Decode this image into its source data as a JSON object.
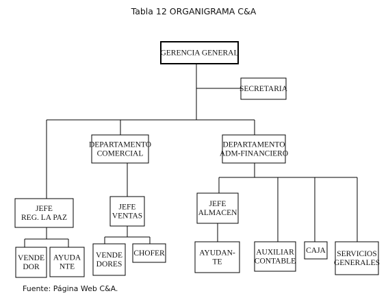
{
  "title": "Tabla 12 ORGANIGRAMA C&A",
  "caption": "Fuente: Página Web C&A.",
  "nodes": {
    "gerencia": [
      "GERENCIA GENERAL"
    ],
    "secretaria": [
      "SECRETARIA"
    ],
    "comercial": [
      "DEPARTAMENTO",
      "COMERCIAL"
    ],
    "admfin": [
      "DEPARTAMENTO",
      "ADM-FINANCIERO"
    ],
    "jefe_lapaz": [
      "JEFE",
      "REG. LA PAZ"
    ],
    "jefe_ventas": [
      "JEFE",
      "VENTAS"
    ],
    "jefe_almacen": [
      "JEFE",
      "ALMACEN"
    ],
    "vendedor1": [
      "VENDE",
      "DOR"
    ],
    "ayudante1": [
      "AYUDA",
      "NTE"
    ],
    "vendedores": [
      "VENDE",
      "DORES"
    ],
    "chofer": [
      "CHOFER"
    ],
    "ayudante2": [
      "AYUDAN-",
      "TE"
    ],
    "auxiliar": [
      "AUXILIAR",
      "CONTABLE"
    ],
    "caja": [
      "CAJA"
    ],
    "servicios": [
      "SERVICIOS",
      "GENERALES"
    ]
  }
}
